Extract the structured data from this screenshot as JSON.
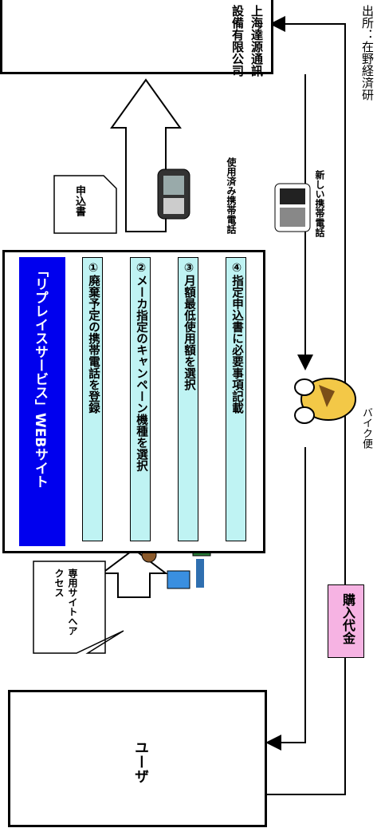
{
  "company_box": {
    "line1": "上海達源通訊",
    "line2": "設備有限公司"
  },
  "user_box": {
    "label": "ユーザ"
  },
  "website": {
    "title": "「リプレイスサービス」WEBサイト",
    "steps": [
      {
        "label": "①廃棄予定の携帯電話を登録"
      },
      {
        "label": "②メーカ指定のキャンペーン機種を選択"
      },
      {
        "label": "③月額最低使用額を選択"
      },
      {
        "label": "④指定申込書に必要事項記載"
      }
    ]
  },
  "labels": {
    "application_form": "申込書",
    "used_phone": "使用済み携帯電話",
    "new_phone": "新しい携帯電話",
    "bike_courier": "バイク便",
    "access_site": "専用サイトへアクセス",
    "purchase_payment": "購入代金",
    "source": "出所：在野経済研"
  },
  "colors": {
    "title_bg": "#0000ee",
    "step_bg": "#bff3f3",
    "payment_bg": "#f6b3e3"
  }
}
